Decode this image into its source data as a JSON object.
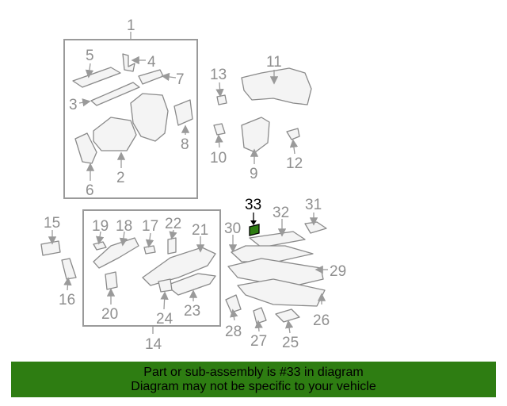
{
  "diagram": {
    "highlight_color": "#2e7d12",
    "highlighted_part": "33",
    "callouts": [
      "1",
      "2",
      "3",
      "4",
      "5",
      "6",
      "7",
      "8",
      "9",
      "10",
      "11",
      "12",
      "13",
      "14",
      "15",
      "16",
      "17",
      "18",
      "19",
      "20",
      "21",
      "22",
      "23",
      "24",
      "25",
      "26",
      "27",
      "28",
      "29",
      "30",
      "31",
      "32",
      "33"
    ]
  },
  "banner": {
    "line1": "Part or sub-assembly is #33 in diagram",
    "line2": "Diagram may not be specific to your vehicle"
  }
}
